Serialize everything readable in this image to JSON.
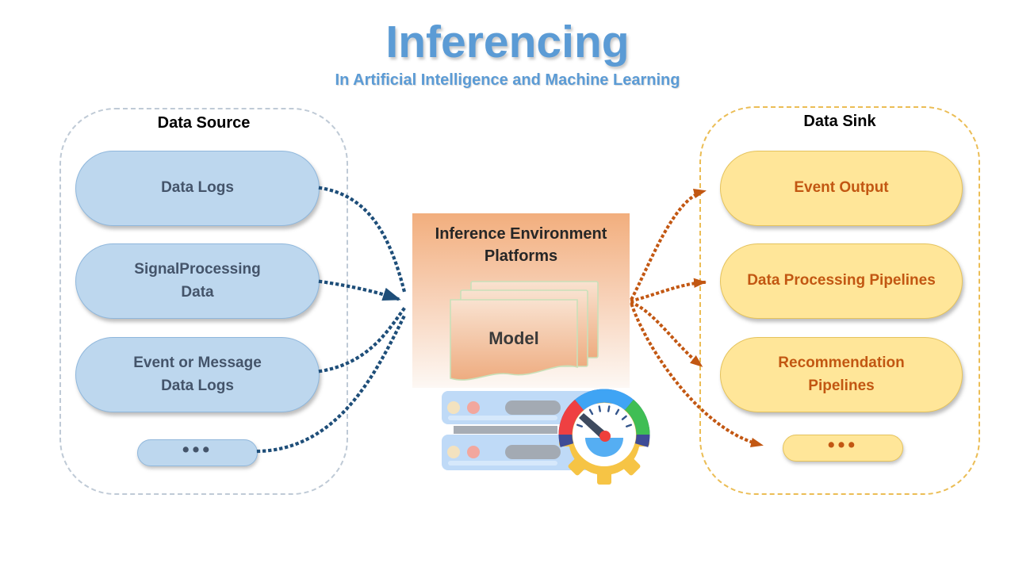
{
  "title": {
    "main": "Inferencing",
    "subtitle": "In Artificial Intelligence and Machine Learning"
  },
  "data_source": {
    "label": "Data Source",
    "items": [
      {
        "label": "Data Logs"
      },
      {
        "label": "SignalProcessing Data"
      },
      {
        "label": "Event or Message Data Logs"
      },
      {
        "label": "•••"
      }
    ]
  },
  "inference_platform": {
    "heading": "Inference Environment Platforms",
    "model_label": "Model",
    "icons": [
      {
        "name": "model-documents-icon"
      },
      {
        "name": "server-rack-icon"
      },
      {
        "name": "gauge-gear-icon"
      }
    ]
  },
  "data_sink": {
    "label": "Data Sink",
    "items": [
      {
        "label": "Event Output"
      },
      {
        "label": "Data Processing Pipelines"
      },
      {
        "label": "Recommendation Pipelines"
      },
      {
        "label": "•••"
      }
    ]
  },
  "colors": {
    "title_blue": "#5B9BD5",
    "source_pill_fill": "#BDD7EE",
    "source_pill_border": "#8FB7DC",
    "source_pill_text": "#44546A",
    "source_frame_border": "#BFCAD6",
    "sink_pill_fill": "#FFE699",
    "sink_pill_border": "#E5C35C",
    "sink_pill_text": "#C25712",
    "sink_frame_border": "#EBBD55",
    "arrow_navy": "#1E4E79",
    "arrow_orange": "#C25712",
    "box_gradient_top": "#F2AE7D",
    "box_gradient_bottom": "#FDF8F4",
    "page_border_green": "#C9E0B9",
    "server_blue": "#BFDAF7",
    "gear_yellow": "#F6C445",
    "gauge_red": "#EF4042",
    "gauge_blue": "#3FA4F4",
    "gauge_green": "#3FBE54",
    "gauge_navy": "#3F4C96"
  }
}
